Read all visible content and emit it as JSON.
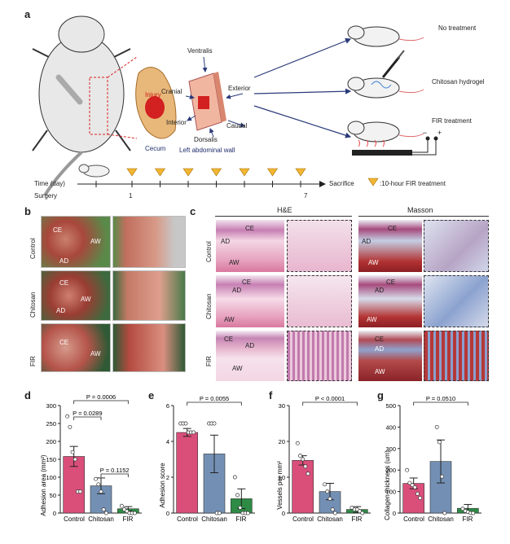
{
  "panel_labels": {
    "a": "a",
    "b": "b",
    "c": "c",
    "d": "d",
    "e": "e",
    "f": "f",
    "g": "g"
  },
  "panel_a": {
    "anatomy": {
      "injury": "Injury",
      "cecum": "Cecum",
      "cranial": "Cranial",
      "interior": "Interior",
      "ventralis": "Ventralis",
      "exterior": "Exterior",
      "caudal": "Caudal",
      "dorsalis": "Dorsalis",
      "wall": "Left abdominal wall"
    },
    "treatments": {
      "none": "No treatment",
      "chitosan": "Chitosan hydrogel",
      "fir": "FIR treatment"
    },
    "electrodes": {
      "minus": "−",
      "plus": "+"
    },
    "timeline": {
      "time_label": "Time (day)",
      "surgery": "Surgery",
      "day1": "1",
      "day7": "7",
      "sacrifice": "Sacrifice",
      "legend": ":10-hour FIR treatment",
      "marker_count": 7
    }
  },
  "panel_b": {
    "rows": [
      "Control",
      "Chitosan",
      "FIR"
    ],
    "tags": {
      "r1": [
        "CE",
        "AW",
        "AD"
      ],
      "r2": [
        "CE",
        "AD",
        "AW"
      ],
      "r3": [
        "CE",
        "AW"
      ]
    }
  },
  "panel_c": {
    "col_heads": [
      "H&E",
      "Masson"
    ],
    "rows": [
      "Control",
      "Chitosan",
      "FIR"
    ],
    "tags": [
      "CE",
      "AD",
      "AW"
    ]
  },
  "chart_data": [
    {
      "type": "bar",
      "panel": "d",
      "ylabel": "Adhesion area (mm²)",
      "categories": [
        "Control",
        "Chitosan",
        "FIR"
      ],
      "values": [
        158,
        76,
        12
      ],
      "errors": [
        28,
        22,
        6
      ],
      "ylim": [
        0,
        300
      ],
      "yticks": [
        0,
        50,
        100,
        150,
        200,
        250,
        300
      ],
      "points": [
        [
          270,
          240,
          170,
          150,
          60,
          60
        ],
        [
          95,
          80,
          60,
          10,
          0
        ],
        [
          20,
          10,
          5,
          0,
          0,
          0
        ]
      ],
      "colors": [
        "#d94f7a",
        "#7390b4",
        "#2e8b45"
      ],
      "brackets": [
        {
          "from": 0,
          "to": 2,
          "label": "P = 0.0006"
        },
        {
          "from": 0,
          "to": 1,
          "label": "P = 0.0289"
        },
        {
          "from": 1,
          "to": 2,
          "label": "P = 0.1152"
        }
      ]
    },
    {
      "type": "bar",
      "panel": "e",
      "ylabel": "Adhesion score",
      "categories": [
        "Control",
        "Chitosan",
        "FIR"
      ],
      "values": [
        4.5,
        3.3,
        0.8
      ],
      "errors": [
        0.22,
        1.05,
        0.55
      ],
      "ylim": [
        0,
        6
      ],
      "yticks": [
        0,
        2,
        4,
        6
      ],
      "points": [
        [
          5,
          5,
          5,
          4.5,
          4.5,
          4.5
        ],
        [
          5,
          5,
          5,
          0,
          0
        ],
        [
          2,
          1,
          0.3,
          0,
          0,
          0
        ]
      ],
      "colors": [
        "#d94f7a",
        "#7390b4",
        "#2e8b45"
      ],
      "brackets": [
        {
          "from": 0,
          "to": 2,
          "label": "P = 0.0055"
        }
      ]
    },
    {
      "type": "bar",
      "panel": "f",
      "ylabel": "Vessels per mm²",
      "categories": [
        "Control",
        "Chitosan",
        "FIR"
      ],
      "values": [
        14.7,
        6,
        1
      ],
      "errors": [
        1.3,
        2.3,
        0.8
      ],
      "ylim": [
        0,
        30
      ],
      "yticks": [
        0,
        10,
        20,
        30
      ],
      "points": [
        [
          19.5,
          16,
          15,
          13,
          11
        ],
        [
          8,
          6,
          4,
          1,
          0
        ],
        [
          1.5,
          1,
          1,
          0.5,
          0
        ]
      ],
      "colors": [
        "#d94f7a",
        "#7390b4",
        "#2e8b45"
      ],
      "brackets": [
        {
          "from": 0,
          "to": 2,
          "label": "P < 0.0001"
        }
      ]
    },
    {
      "type": "bar",
      "panel": "g",
      "ylabel": "Collagen thickness (um)",
      "categories": [
        "Control",
        "Chitosan",
        "FIR"
      ],
      "values": [
        138,
        240,
        22
      ],
      "errors": [
        25,
        100,
        18
      ],
      "ylim": [
        0,
        500
      ],
      "yticks": [
        0,
        100,
        200,
        300,
        400,
        500
      ],
      "points": [
        [
          200,
          140,
          130,
          120,
          90,
          70
        ],
        [
          400,
          330,
          170,
          0
        ],
        [
          20,
          10,
          5,
          0,
          0
        ]
      ],
      "colors": [
        "#d94f7a",
        "#7390b4",
        "#2e8b45"
      ],
      "brackets": [
        {
          "from": 0,
          "to": 2,
          "label": "P = 0.0510"
        }
      ]
    }
  ],
  "chart_labels": {
    "d": {
      "ylabel": "Adhesion area (mm²)",
      "x": [
        "Control",
        "Chitosan",
        "FIR"
      ],
      "yt": [
        "0",
        "50",
        "100",
        "150",
        "200",
        "250",
        "300"
      ],
      "p": [
        "P = 0.0006",
        "P = 0.0289",
        "P = 0.1152"
      ]
    },
    "e": {
      "ylabel": "Adhesion score",
      "x": [
        "Control",
        "Chitosan",
        "FIR"
      ],
      "yt": [
        "0",
        "2",
        "4",
        "6"
      ],
      "p": [
        "P = 0.0055"
      ]
    },
    "f": {
      "ylabel": "Vessels per mm²",
      "x": [
        "Control",
        "Chitosan",
        "FIR"
      ],
      "yt": [
        "0",
        "10",
        "20",
        "30"
      ],
      "p": [
        "P < 0.0001"
      ]
    },
    "g": {
      "ylabel": "Collagen thickness (um)",
      "x": [
        "Control",
        "Chitosan",
        "FIR"
      ],
      "yt": [
        "0",
        "100",
        "200",
        "300",
        "400",
        "500"
      ],
      "p": [
        "P = 0.0510"
      ]
    }
  },
  "colors": {
    "control": "#d94f7a",
    "chitosan": "#7390b4",
    "fir": "#2e8b45",
    "timeline_marker": "#f2b632",
    "arrow": "#2b3a7a"
  }
}
